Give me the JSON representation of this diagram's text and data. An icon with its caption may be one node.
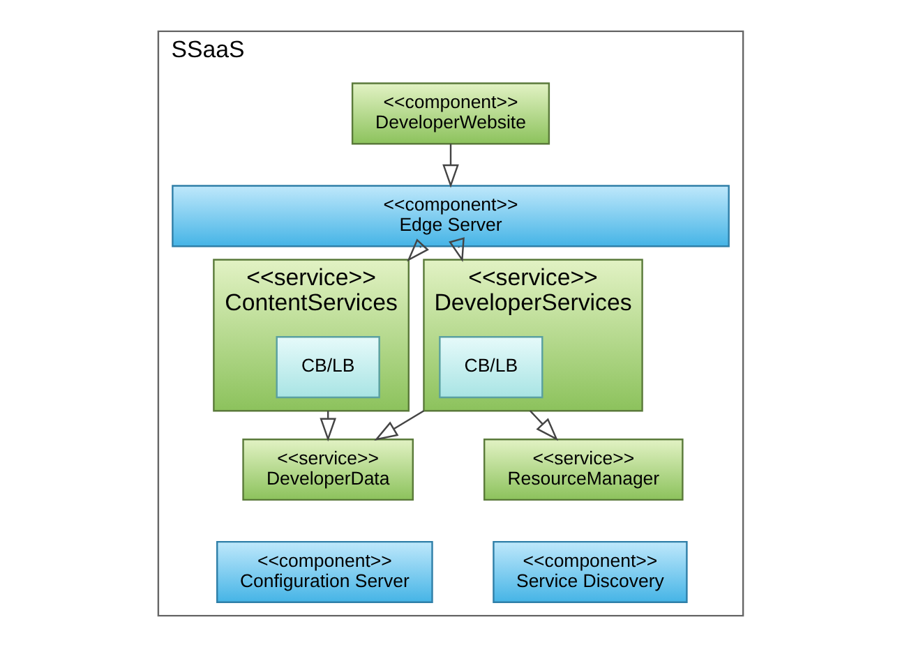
{
  "diagram": {
    "nodes": [
      {
        "text": [
          "SSaaS"
        ]
      },
      {
        "text": [
          "<<component>>",
          "DeveloperWebsite"
        ],
        "in": 0
      },
      {
        "text": [
          "<<component>>",
          "Edge Server"
        ],
        "in": 0
      },
      {
        "text": [
          "<<service>>",
          "ContentServices"
        ],
        "in": 0
      },
      {
        "text": [
          "CB/LB"
        ],
        "in": 3
      },
      {
        "text": [
          "<<service>>",
          "DeveloperServices"
        ],
        "in": 0
      },
      {
        "text": [
          "CB/LB"
        ],
        "in": 5
      },
      {
        "text": [
          "<<service>>",
          "DeveloperData"
        ],
        "in": 0
      },
      {
        "text": [
          "<<service>>",
          "ResourceManager"
        ],
        "in": 0
      },
      {
        "text": [
          "<<component>>",
          "Configuration Server"
        ],
        "in": 0
      },
      {
        "text": [
          "<<component>>",
          "Service Discovery"
        ],
        "in": 0
      }
    ],
    "edges": [
      {
        "from": 1,
        "to": 2,
        "arrow": "to"
      },
      {
        "from": 2,
        "to": 3,
        "arrow": "to"
      },
      {
        "from": 2,
        "to": 5,
        "arrow": "to"
      },
      {
        "from": 3,
        "to": 7,
        "arrow": "to"
      },
      {
        "from": 5,
        "to": 7,
        "arrow": "to"
      },
      {
        "from": 5,
        "to": 8,
        "arrow": "to"
      }
    ]
  }
}
